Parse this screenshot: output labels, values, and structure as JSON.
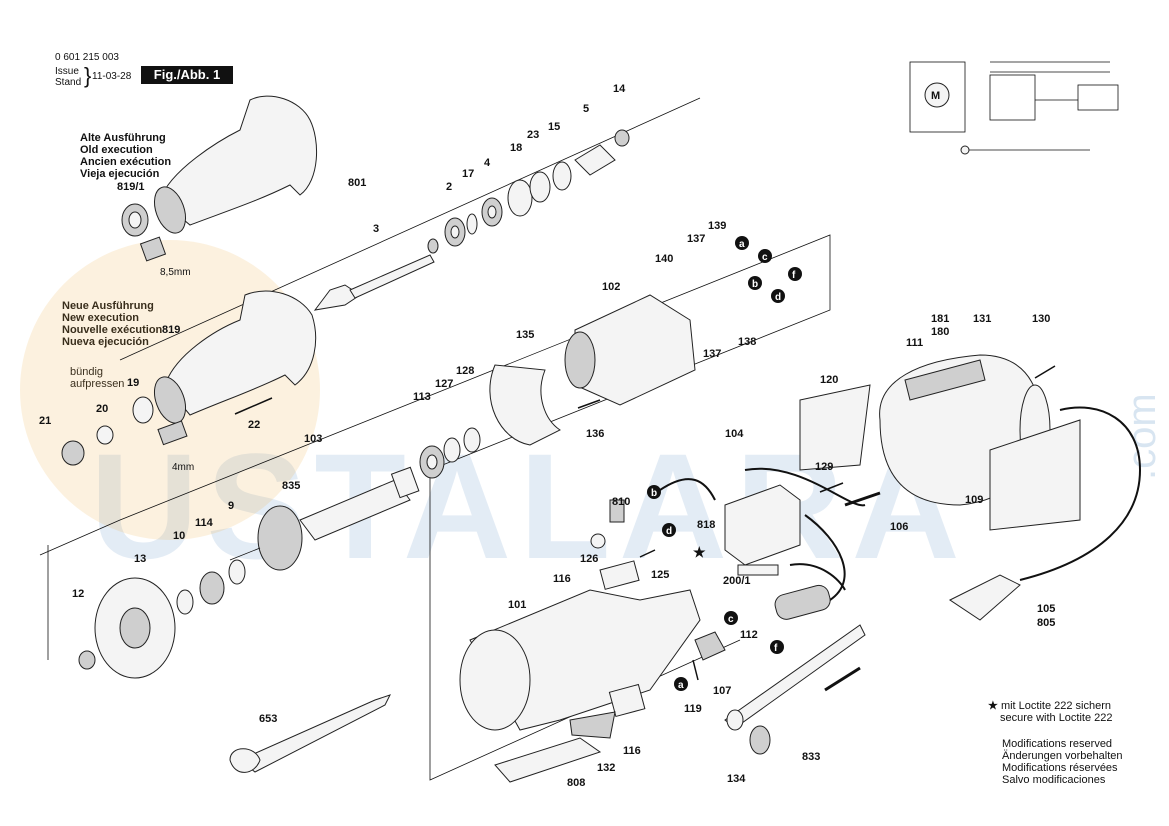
{
  "header": {
    "part_number": "0 601 215 003",
    "issue_label_1": "Issue",
    "issue_label_2": "Stand",
    "date": "11-03-28",
    "fig_label": "Fig./Abb. 1"
  },
  "old_version": [
    "Alte Ausführung",
    "Old execution",
    "Ancien exécution",
    "Vieja ejecución"
  ],
  "new_version": [
    "Neue Ausführung",
    "New execution",
    "Nouvelle exécution",
    "Nueva ejecución"
  ],
  "press_note": [
    "bündig",
    "aufpressen"
  ],
  "dim_labels": {
    "old": "8,5mm",
    "new": "4mm"
  },
  "loctite_note": [
    "mit Loctite 222 sichern",
    "secure with Loctite 222"
  ],
  "loctite_symbol": "★",
  "modifications": [
    "Modifications reserved",
    "Änderungen vorbehalten",
    "Modifications réservées",
    "Salvo modificaciones"
  ],
  "watermark": {
    "text": "USTALARA",
    "suffix": ".com"
  },
  "part_labels": [
    "819/1",
    "801",
    "2",
    "17",
    "4",
    "18",
    "23",
    "15",
    "5",
    "14",
    "3",
    "819",
    "19",
    "21",
    "20",
    "22",
    "139",
    "137",
    "140",
    "102",
    "138",
    "137",
    "135",
    "127",
    "128",
    "113",
    "136",
    "103",
    "835",
    "9",
    "114",
    "10",
    "13",
    "12",
    "810",
    "126",
    "116",
    "125",
    "818",
    "104",
    "129",
    "200/1",
    "120",
    "111",
    "181",
    "180",
    "131",
    "130",
    "106",
    "109",
    "105",
    "805",
    "101",
    "112",
    "119",
    "107",
    "653",
    "116",
    "132",
    "808",
    "134",
    "833"
  ],
  "wire_markers": [
    "a",
    "c",
    "b",
    "f",
    "d",
    "b",
    "d",
    "c",
    "f",
    "a"
  ],
  "colors": {
    "ink": "#111111",
    "watermark_blue": "#6496c8",
    "watermark_orange": "#f0b450"
  }
}
